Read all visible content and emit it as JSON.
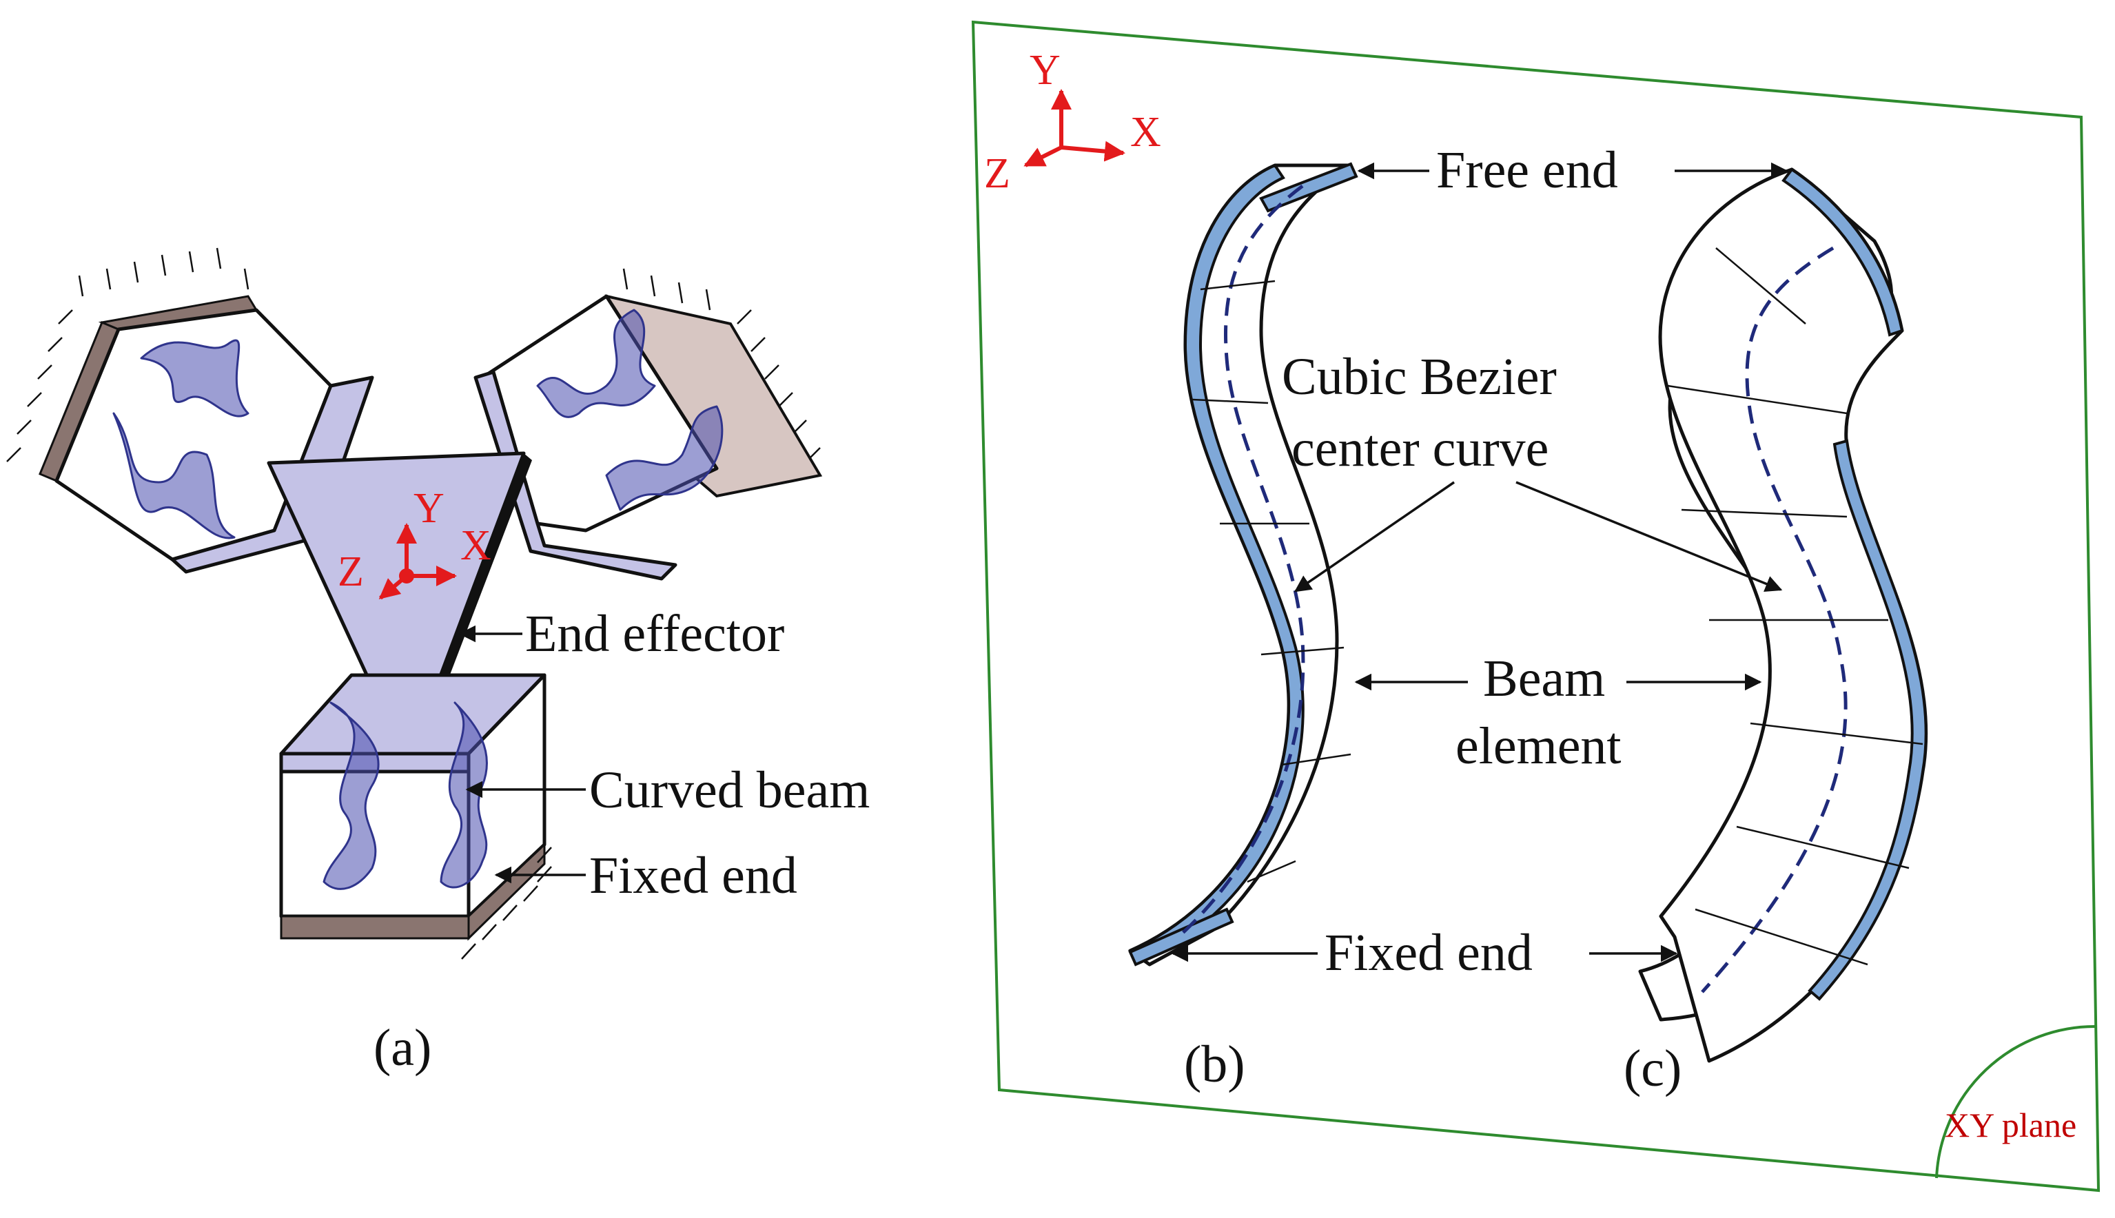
{
  "labels": {
    "end_effector": "End effector",
    "curved_beam": "Curved beam",
    "fixed_end_a": "Fixed end",
    "free_end": "Free end",
    "bezier_line1": "Cubic Bezier",
    "bezier_line2": "center curve",
    "beam_line1": "Beam",
    "beam_line2": "element",
    "fixed_end_bc": "Fixed end",
    "xy_plane": "XY plane"
  },
  "panels": {
    "a": "(a)",
    "b": "(b)",
    "c": "(c)"
  },
  "axes": {
    "x": "X",
    "y": "Y",
    "z": "Z"
  },
  "colors": {
    "mechanism_fill": "#c4c2e6",
    "beam_blades": "#4b4fae",
    "ground_fill": "#8a7570",
    "axis_red": "#e31a1c",
    "plane_border": "#2e8b2e",
    "beam_edge_blue": "#7fa8d8",
    "center_curve": "#1f2a7a"
  }
}
